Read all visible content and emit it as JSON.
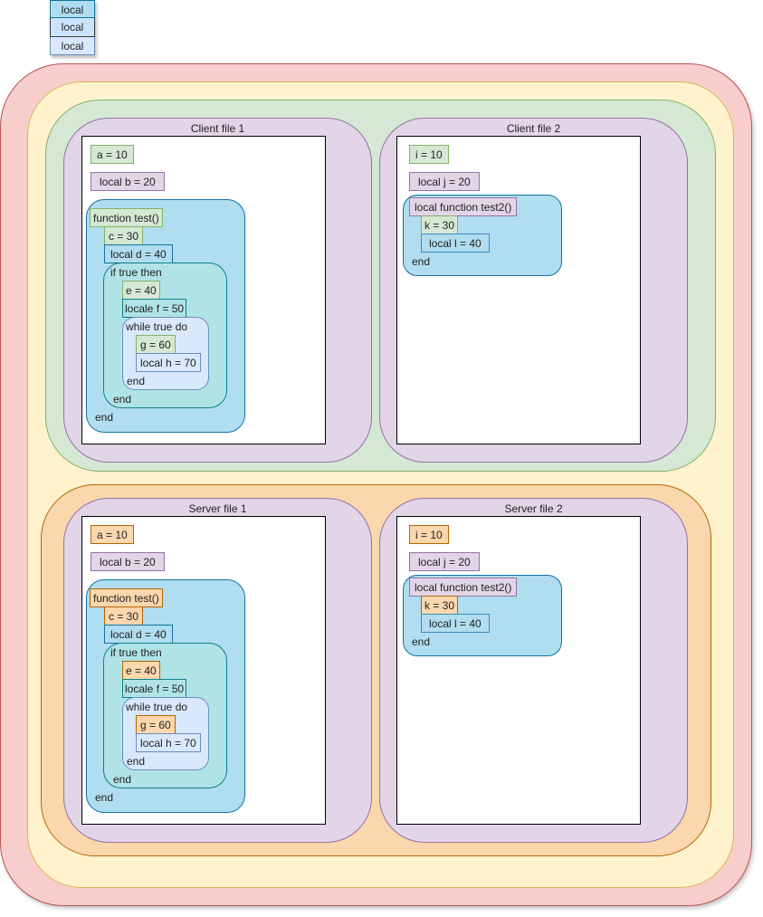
{
  "legend": {
    "items": [
      {
        "label": "local",
        "color": "#b1ddf0"
      },
      {
        "label": "local",
        "color": "#cce5ff"
      },
      {
        "label": "local",
        "color": "#dae8fc"
      }
    ]
  },
  "scopes": {
    "outer_color": "#f8cecc",
    "shared_color": "#fff2cc",
    "client_color": "#d5e8d4",
    "server_color": "#fad7ac"
  },
  "client": {
    "file1": {
      "title": "Client file 1",
      "global_a": "a = 10",
      "local_b": "local b = 20",
      "function_header": "function test()",
      "global_c": "c = 30",
      "local_d": "local d = 40",
      "if_header": "if true then",
      "global_e": "e = 40",
      "local_f": "locale f = 50",
      "while_header": "while true do",
      "global_g": "g = 60",
      "local_h": "local h = 70",
      "while_end": "end",
      "if_end": "end",
      "function_end": "end"
    },
    "file2": {
      "title": "Client file 2",
      "global_i": "i = 10",
      "local_j": "local j = 20",
      "function_header": "local function test2()",
      "global_k": "k = 30",
      "local_l": "local l = 40",
      "function_end": "end"
    }
  },
  "server": {
    "file1": {
      "title": "Server file 1",
      "global_a": "a = 10",
      "local_b": "local b = 20",
      "function_header": "function test()",
      "global_c": "c = 30",
      "local_d": "local d = 40",
      "if_header": "if true then",
      "global_e": "e = 40",
      "local_f": "locale f = 50",
      "while_header": "while true do",
      "global_g": "g = 60",
      "local_h": "local h = 70",
      "while_end": "end",
      "if_end": "end",
      "function_end": "end"
    },
    "file2": {
      "title": "Server file 2",
      "global_i": "i = 10",
      "local_j": "local j = 20",
      "function_header": "local function test2()",
      "global_k": "k = 30",
      "local_l": "local l = 40",
      "function_end": "end"
    }
  }
}
